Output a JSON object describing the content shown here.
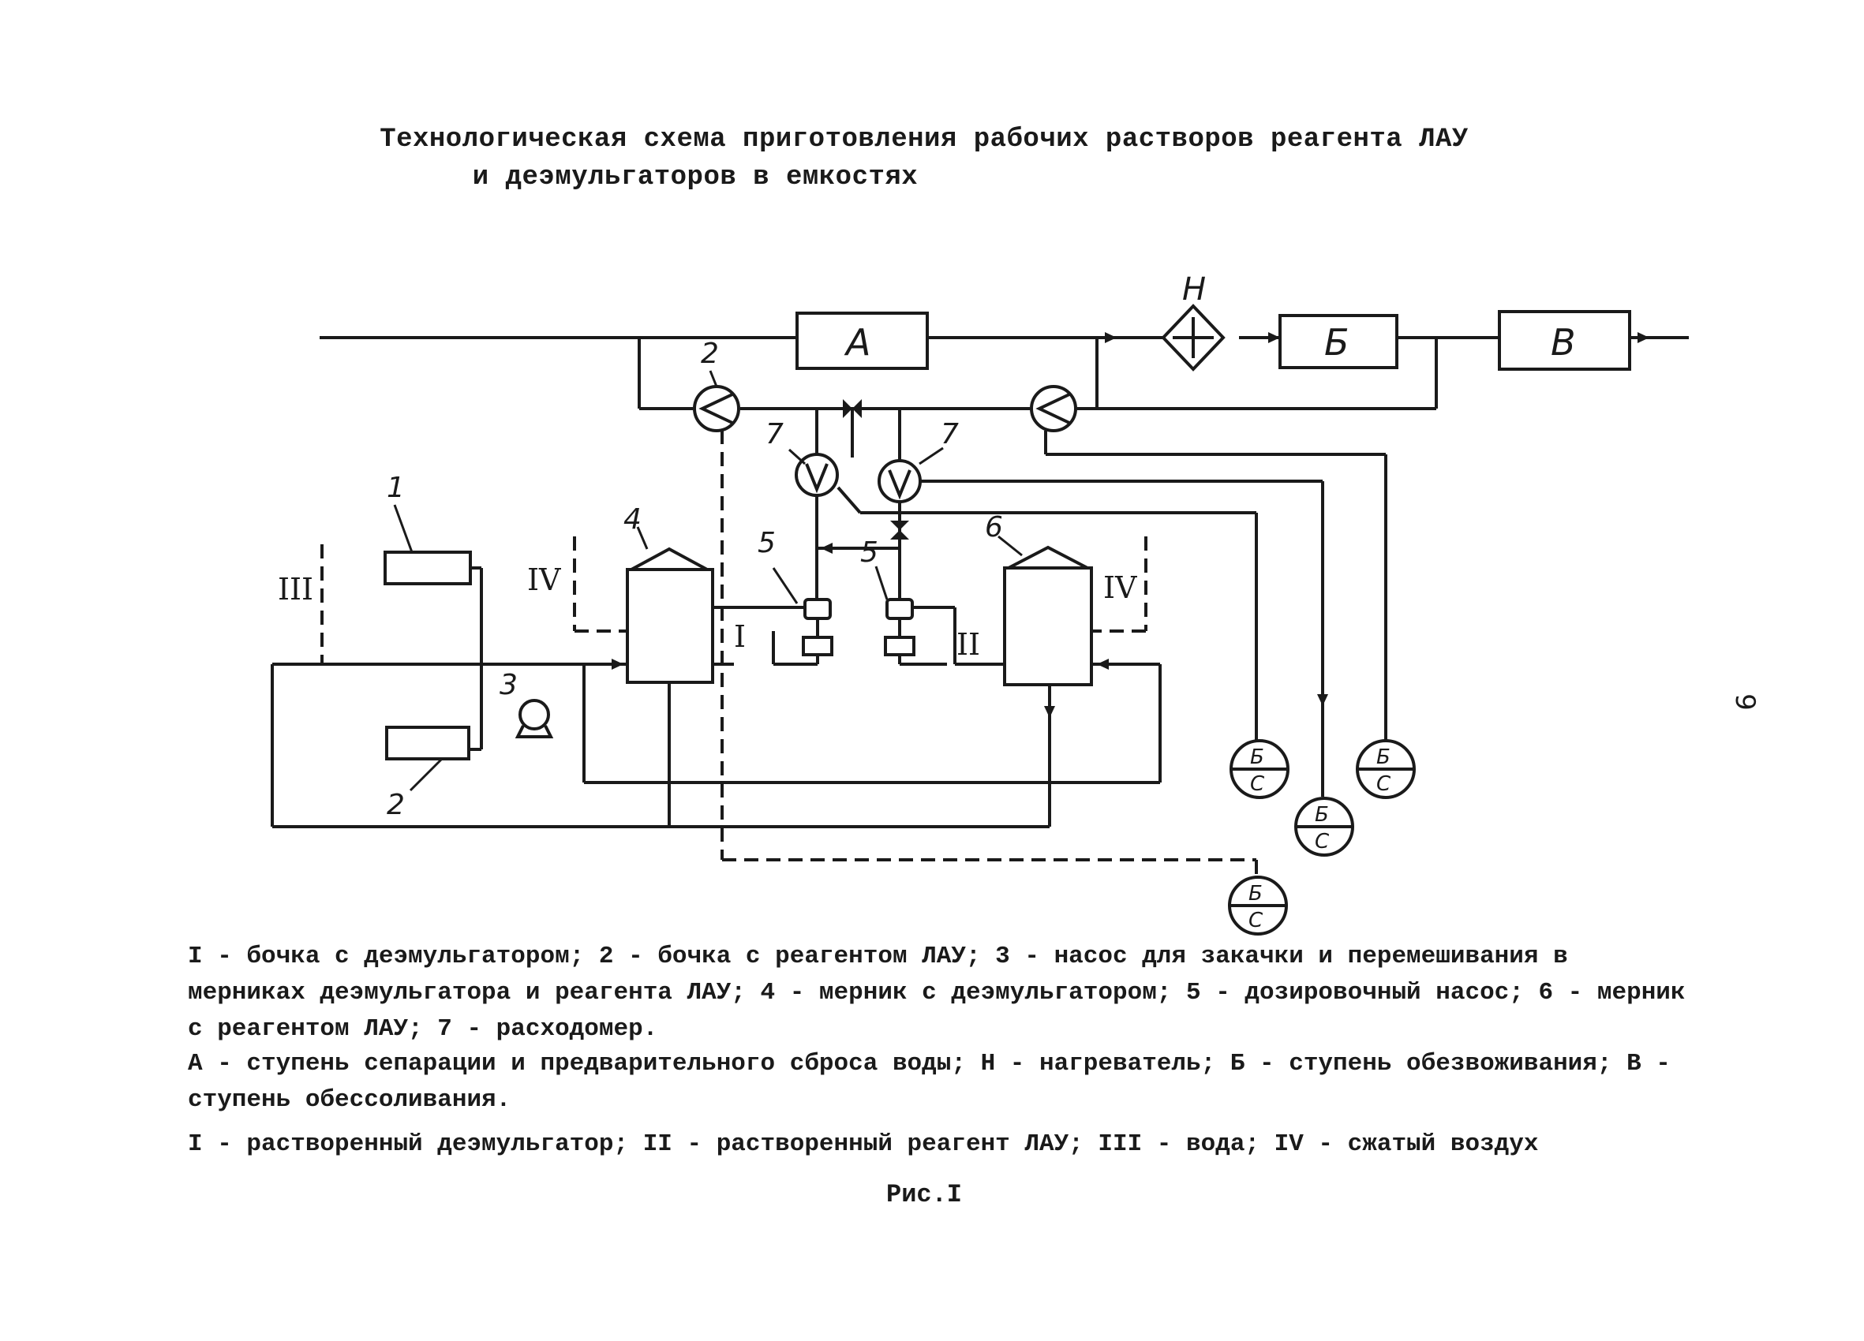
{
  "title": {
    "line1": "Технологическая схема приготовления рабочих растворов реагента ЛАУ",
    "line2": "и деэмульгаторов в емкостях"
  },
  "diagram": {
    "stage_labels": {
      "a": "А",
      "b": "Б",
      "v": "В",
      "h": "Н"
    },
    "callouts": [
      "1",
      "2",
      "2",
      "3",
      "4",
      "5",
      "5",
      "6",
      "7",
      "7"
    ],
    "callout_1": "1",
    "callout_2a": "2",
    "callout_2b": "2",
    "callout_3": "3",
    "callout_4": "4",
    "callout_5a": "5",
    "callout_5b": "5",
    "callout_6": "6",
    "callout_7a": "7",
    "callout_7b": "7",
    "flow_labels": {
      "r1": "I",
      "r2": "II",
      "r3": "III",
      "r4a": "IV",
      "r4b": "IV"
    },
    "instruments": [
      {
        "top": "Б",
        "bottom": "С"
      },
      {
        "top": "Б",
        "bottom": "С"
      },
      {
        "top": "Б",
        "bottom": "С"
      },
      {
        "top": "Б",
        "bottom": "С"
      }
    ]
  },
  "legend": {
    "line1": "I - бочка с деэмульгатором; 2 - бочка с реагентом ЛАУ; 3 - насос для закачки и перемешивания в мерниках деэмульгатора и реагента ЛАУ; 4 - мерник с деэмульгатором; 5 - дозировочный насос; 6 - мерник с реагентом ЛАУ; 7 - расходомер.",
    "line2": "А - ступень сепарации и предварительного сброса воды; Н - нагреватель; Б - ступень обезвоживания; В - ступень обессоливания.",
    "line3": "I - растворенный деэмульгатор; II - растворенный реагент ЛАУ; III - вода; IV - сжатый воздух"
  },
  "caption": "Рис.I",
  "page_number": "9"
}
